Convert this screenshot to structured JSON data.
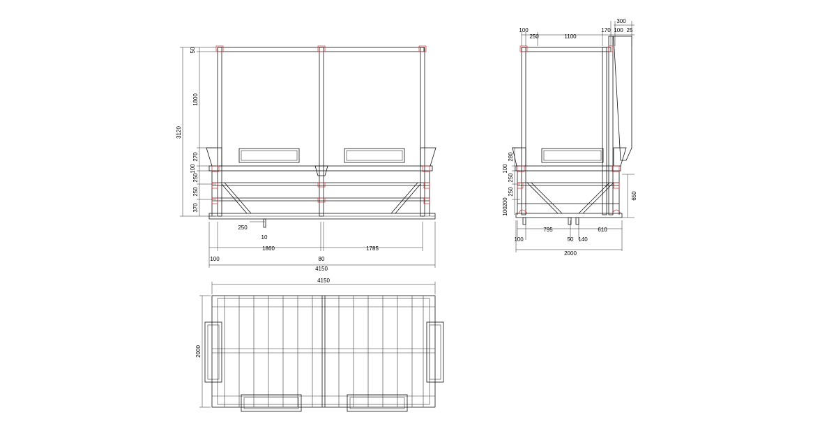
{
  "colors": {
    "line": "#111111",
    "accent": "#d23030"
  },
  "front_view": {
    "width_labels": [
      "100",
      "1860",
      "80",
      "1785"
    ],
    "overall_label": "4150",
    "foot_labels": [
      "250",
      "10"
    ],
    "height_labels": [
      "50",
      "1800",
      "270",
      "100",
      "250",
      "250",
      "370"
    ],
    "total_height_label": "3120"
  },
  "side_view": {
    "top_labels": [
      "100",
      "250",
      "1100",
      "170",
      "100",
      "25"
    ],
    "top_extra_label": "300",
    "left_labels": [
      "280",
      "100",
      "250",
      "250",
      "100",
      "200"
    ],
    "right_label": "650",
    "bottom_labels": [
      "795",
      "610"
    ],
    "bottom_under_labels": [
      "100",
      "50",
      "140"
    ],
    "overall_label": "2000"
  },
  "plan_view": {
    "width_label": "4150",
    "height_label": "2000"
  }
}
